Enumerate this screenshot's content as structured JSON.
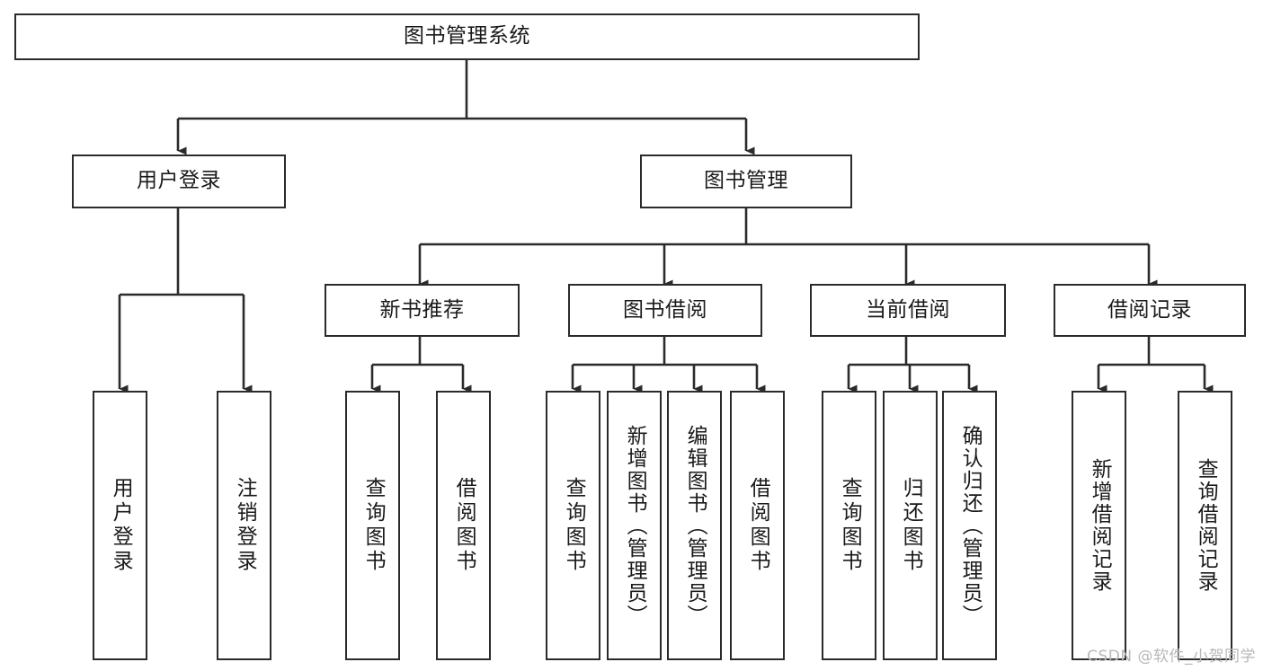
{
  "diagram": {
    "type": "tree",
    "title": "图书管理系统",
    "watermark": "CSDN @软件_小贺同学",
    "colors": {
      "stroke": "#2b2b2b",
      "fill": "#ffffff",
      "text": "#1a1a1a",
      "watermark": "#b8b8b8"
    },
    "root": {
      "label": "图书管理系统"
    },
    "level1": [
      {
        "label": "用户登录"
      },
      {
        "label": "图书管理"
      }
    ],
    "level2": [
      {
        "label": "新书推荐"
      },
      {
        "label": "图书借阅"
      },
      {
        "label": "当前借阅"
      },
      {
        "label": "借阅记录"
      }
    ],
    "leaves": {
      "user_login": [
        {
          "label": "用户登录"
        },
        {
          "label": "注销登录"
        }
      ],
      "new_book": [
        {
          "label": "查询图书"
        },
        {
          "label": "借阅图书"
        }
      ],
      "book_borrow": [
        {
          "label": "查询图书"
        },
        {
          "label": "新增图书（管理员）"
        },
        {
          "label": "编辑图书（管理员）"
        },
        {
          "label": "借阅图书"
        }
      ],
      "current_borrow": [
        {
          "label": "查询图书"
        },
        {
          "label": "归还图书"
        },
        {
          "label": "确认归还（管理员）"
        }
      ],
      "borrow_record": [
        {
          "label": "新增借阅记录"
        },
        {
          "label": "查询借阅记录"
        }
      ]
    }
  }
}
